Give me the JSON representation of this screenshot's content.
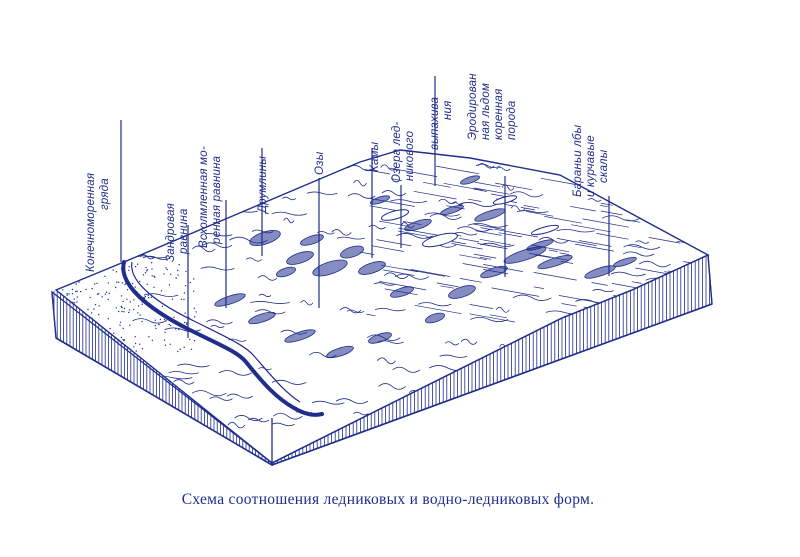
{
  "caption": "Схема соотношения ледниковых и водно-ледниковых форм.",
  "ink_color": "#1f2d8c",
  "labels": [
    {
      "id": "konechnomorennaya",
      "lines": [
        "Конечноморенная",
        "гряда"
      ]
    },
    {
      "id": "zandrovaya",
      "lines": [
        "Зандровая",
        "равнина"
      ]
    },
    {
      "id": "vsholmlennaya",
      "lines": [
        "Всхолмленная мо-",
        "ренная равнина"
      ]
    },
    {
      "id": "drumliny",
      "lines": [
        "Друмлины"
      ]
    },
    {
      "id": "ozy",
      "lines": [
        "Озы"
      ]
    },
    {
      "id": "kamy",
      "lines": [
        "Камы"
      ]
    },
    {
      "id": "ozera",
      "lines": [
        "Озера лед-",
        "никового"
      ]
    },
    {
      "id": "vypakhivaniya",
      "lines": [
        "выпахива-",
        "ния"
      ]
    },
    {
      "id": "erodirovannaya",
      "lines": [
        "Эродирован",
        "ная льдом",
        "коренная",
        "порода"
      ]
    },
    {
      "id": "barani",
      "lines": [
        "Бараньи лбы",
        "и курчавые",
        "скалы"
      ]
    }
  ]
}
